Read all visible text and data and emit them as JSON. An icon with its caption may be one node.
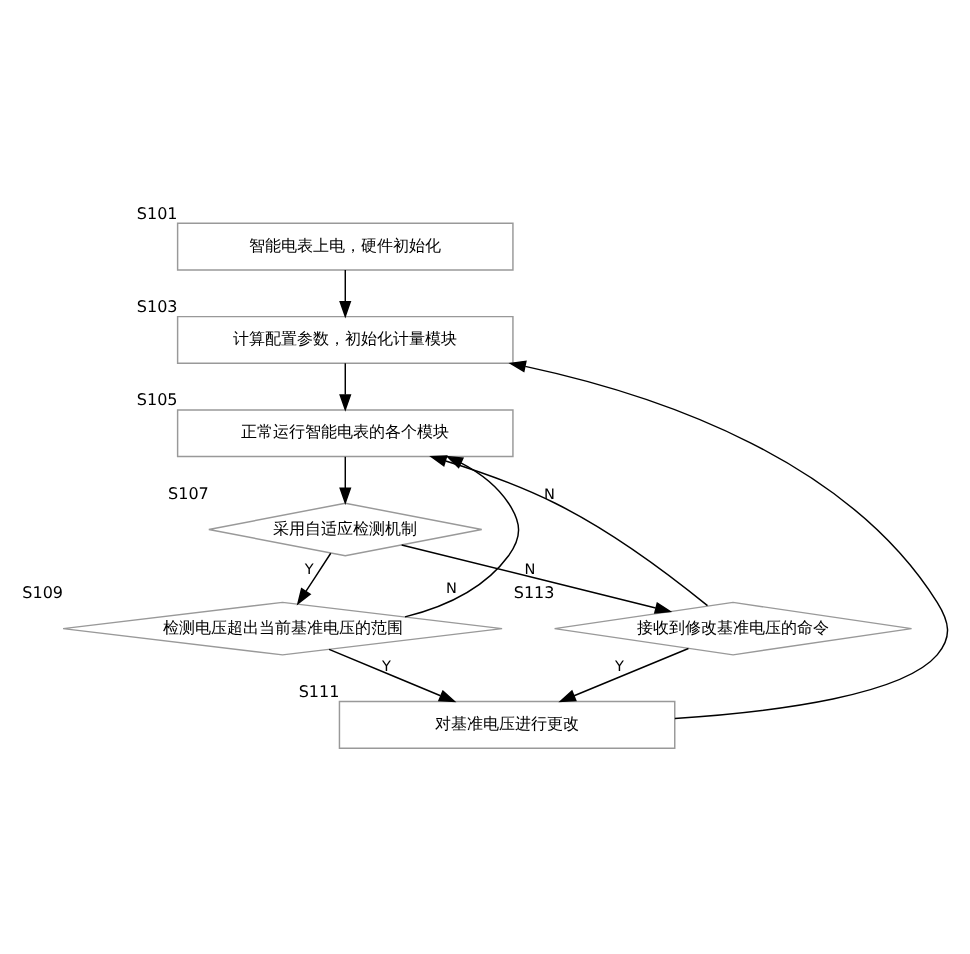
{
  "diagram": {
    "nodes": [
      {
        "text": [
          "智能电表上电，硬件初始化"
        ],
        "beside": [
          "S101"
        ]
      },
      {
        "text": [
          "计算配置参数，初始化计量模块"
        ],
        "beside": [
          "S103"
        ]
      },
      {
        "text": [
          "正常运行智能电表的各个模块"
        ],
        "beside": [
          "S105"
        ]
      },
      {
        "text": [
          "采用自适应检测机制"
        ],
        "beside": [
          "S107"
        ]
      },
      {
        "text": [
          "检测电压超出当前基准电压的范围"
        ],
        "beside": [
          "S109"
        ]
      },
      {
        "text": [
          "接收到修改基准电压的命令"
        ],
        "beside": [
          "S113"
        ]
      },
      {
        "text": [
          "对基准电压进行更改"
        ],
        "beside": [
          "S111"
        ]
      }
    ],
    "edges": [
      {
        "from": 0,
        "to": 1,
        "arrow": "to"
      },
      {
        "from": 1,
        "to": 2,
        "arrow": "to"
      },
      {
        "from": 2,
        "to": 3,
        "arrow": "to"
      },
      {
        "from": 3,
        "to": 4,
        "arrow": "to",
        "label": "Y"
      },
      {
        "from": 3,
        "to": 5,
        "arrow": "to",
        "label": "N"
      },
      {
        "from": 4,
        "to": 2,
        "arrow": "to",
        "label": "N"
      },
      {
        "from": 5,
        "to": 2,
        "arrow": "to",
        "label": "N"
      },
      {
        "from": 4,
        "to": 6,
        "arrow": "to",
        "label": "Y"
      },
      {
        "from": 5,
        "to": 6,
        "arrow": "to",
        "label": "Y"
      },
      {
        "from": 6,
        "to": 1,
        "arrow": "to"
      }
    ]
  }
}
